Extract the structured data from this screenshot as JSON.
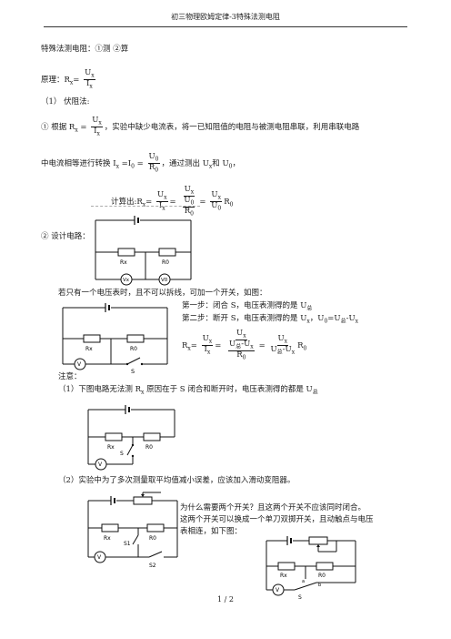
{
  "header": {
    "title": "初三物理欧姆定律-3特殊法测电阻"
  },
  "footer": {
    "page": "1 / 2"
  },
  "heading": "特殊法测电阻：①测  ②算",
  "principle": {
    "label": "原理：R",
    "sub_x": "x",
    "eq": "=",
    "num": "U",
    "num_sub": "x",
    "den": "I",
    "den_sub": "x"
  },
  "section1": {
    "title": "（1）  伏阻法:"
  },
  "item1": {
    "lead": "①  根据 R",
    "lead_sub": "x",
    "eq": " =",
    "num": "U",
    "num_sub": "x",
    "den": "I",
    "den_sub": "x",
    "rest": "，实验中缺少电流表，将一已知阻值的电阻与被测电阻串联，利用串联电路"
  },
  "line2": {
    "text": "中电流相等进行转换 I",
    "s1": "x",
    "mid": " =I",
    "s2": "0",
    "eq": " =",
    "num": "U",
    "num_sub": "0",
    "den": "R",
    "den_sub": "0",
    "rest": "，通过测出 U",
    "s3": "x",
    "and": "和 U",
    "s4": "0",
    "end": "，"
  },
  "calc1": {
    "label": "计算出:R",
    "lsub": "x",
    "eq": "=",
    "f1n": "U",
    "f1ns": "x",
    "f1d": "I",
    "f1ds": "x",
    "eq2": "=",
    "f2n": "U",
    "f2ns": "x",
    "f2dn": "U",
    "f2dns": "0",
    "f2dd": "R",
    "f2dds": "0",
    "eq3": "=",
    "f3n": "U",
    "f3ns": "x",
    "f3d": "U",
    "f3ds": "0",
    "tail": "R",
    "tailsub": "0"
  },
  "item2": {
    "text": "②  设计电路："
  },
  "note_one_meter": {
    "text": "若只有一个电压表时，且不可以拆线，可加一个开关，如图：",
    "step1": "第一步：闭合 S，电压表测得的是 U",
    "step1sub": "总",
    "step2": "第二步：断开 S，电压表测得的是 U",
    "step2sub": "x",
    "step2b": "，U",
    "step2bsub": "0",
    "step2c": "=U",
    "step2csub": "总",
    "step2d": "-U",
    "step2dsub": "x"
  },
  "calc2": {
    "label": "R",
    "lsub": "x",
    "eq": "=",
    "f1n": "U",
    "f1ns": "x",
    "f1d": "I",
    "f1ds": "x",
    "eq2": "=",
    "f2n": "U",
    "f2ns": "x",
    "f2dn_a": "U",
    "f2dn_as": "总",
    "f2dn_b": "-U",
    "f2dn_bs": "x",
    "f2dd": "R",
    "f2dds": "0",
    "eq3": "=",
    "f3n": "U",
    "f3ns": "x",
    "f3d_a": "U",
    "f3d_as": "总",
    "f3d_b": "-U",
    "f3d_bs": "x",
    "tail": "R",
    "tailsub": "0"
  },
  "attention": {
    "title": "注意：",
    "p1": "（1）下图电路无法测 R",
    "p1sub": "x",
    "p1rest": "  原因在于 S 闭合和断开时，电压表测得的都是 U",
    "p1sub2": "总",
    "p2": "（2）实验中为了多次测量取平均值减小误差，应该加入滑动变阻器。"
  },
  "why": {
    "l1": "为什么需要两个开关？且这两个开关不应该同时闭合。",
    "l2": "这两个开关可以换成一个单刀双掷开关，且动触点与电压",
    "l3": "表相连，如下图："
  },
  "labels": {
    "rx": "Rx",
    "r0": "R0",
    "v": "V",
    "vx": "Vx",
    "v0": "V0",
    "s": "S",
    "s1": "S1",
    "s2": "S2",
    "pa": "a",
    "pb": "b"
  }
}
